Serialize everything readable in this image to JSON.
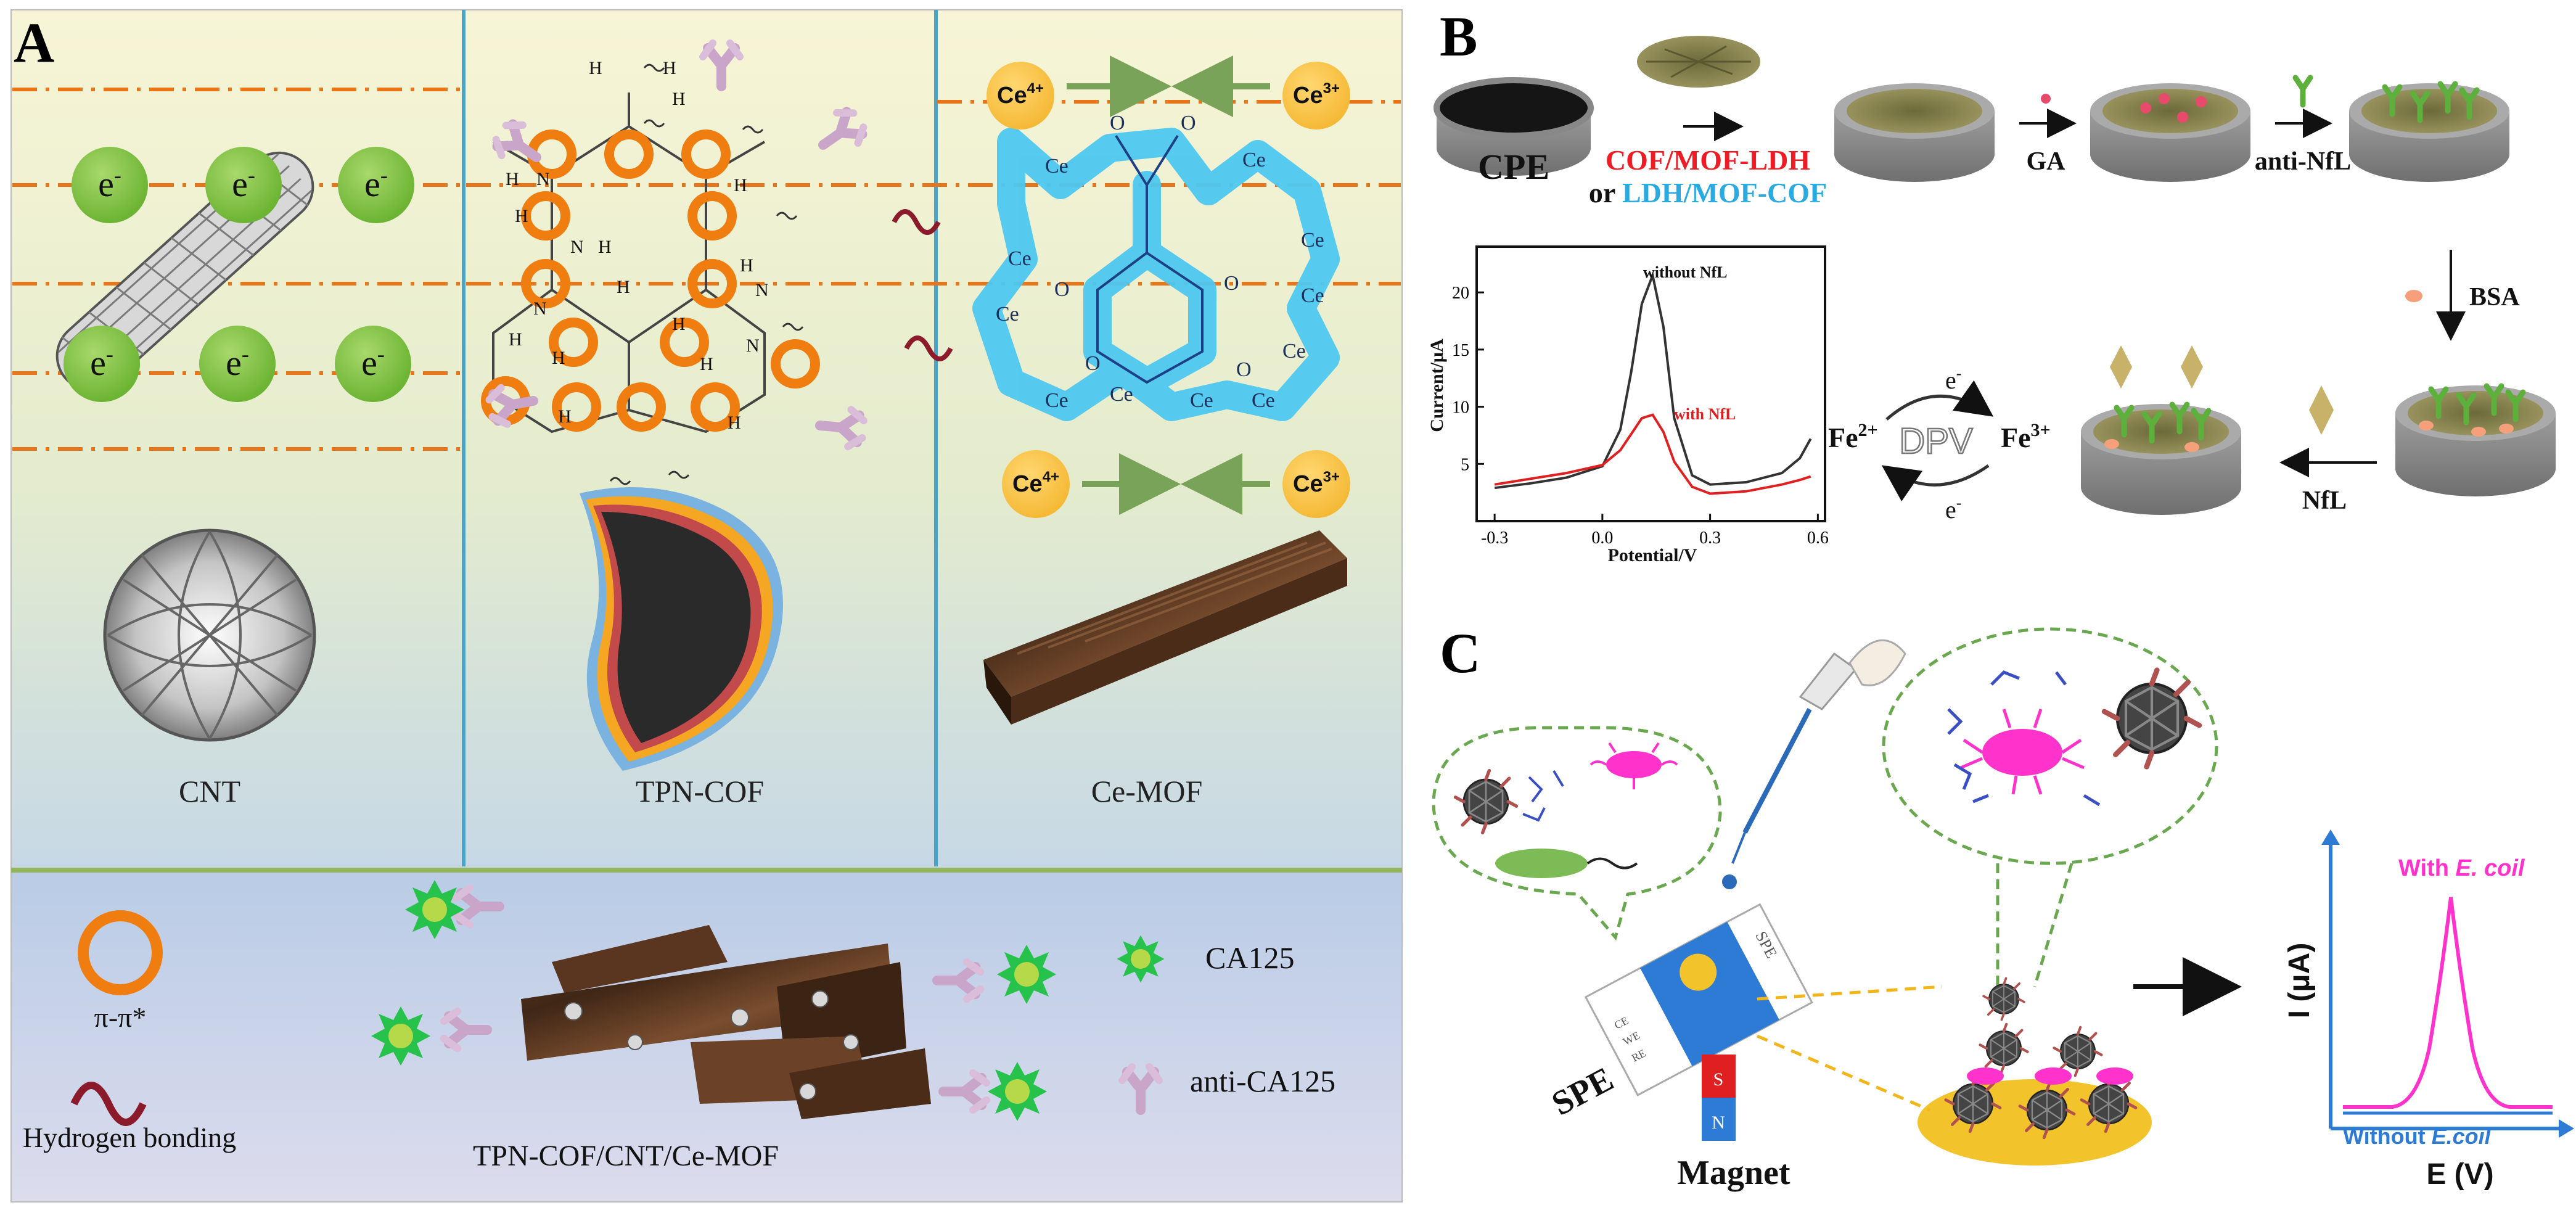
{
  "panel_a": {
    "letter": "A",
    "electron": "e",
    "electron_sup": "-",
    "label_cnt": "CNT",
    "label_tpn_cof": "TPN-COF",
    "label_ce_mof": "Ce-MOF",
    "h_atom": "H",
    "n_atom": "N",
    "o_atom": "O",
    "ce_atom": "Ce",
    "ce4": "Ce",
    "ce4_sup": "4+",
    "ce3": "Ce",
    "ce3_sup": "3+",
    "legend_pi": "π-π*",
    "legend_hbond": "Hydrogen bonding",
    "legend_ca125": "CA125",
    "legend_anti_ca125": "anti-CA125",
    "composite_label": "TPN-COF/CNT/Ce-MOF"
  },
  "panel_b": {
    "letter": "B",
    "cpe": "CPE",
    "mod1": "COF/MOF-LDH",
    "mod_or": "or ",
    "mod2": "LDH/MOF-COF",
    "ga": "GA",
    "anti_nfl": "anti-NfL",
    "bsa": "BSA",
    "nfl": "NfL",
    "fe2": "Fe",
    "fe2_sup": "2+",
    "fe3": "Fe",
    "fe3_sup": "3+",
    "dpv": "DPV",
    "electron": "e",
    "electron_sup": "-",
    "plot": {
      "ylabel": "Current/μA",
      "xlabel": "Potential/V",
      "yticks": [
        "5",
        "10",
        "15",
        "20"
      ],
      "xticks": [
        "-0.3",
        "0.0",
        "0.3",
        "0.6"
      ],
      "legend_without": "without NfL",
      "legend_with": "with NfL"
    }
  },
  "panel_c": {
    "letter": "C",
    "spe_label": "SPE",
    "spe_chip_label": "SPE",
    "electrode_labels": [
      "CE",
      "WE",
      "RE"
    ],
    "magnet_label": "Magnet",
    "magnet_poles": [
      "S",
      "N"
    ],
    "graph_with": "With ",
    "graph_with_italic": "E. coil",
    "graph_without": "Without ",
    "graph_without_italic": "E.coil",
    "graph_ylabel": "I (μA)",
    "graph_xlabel": "E (V)"
  },
  "colors": {
    "orange_line": "#e8751a",
    "electron_green": "#8cc63f",
    "cof_orange": "#f07d10",
    "ce_blue": "#4ec8f0",
    "antibody_pink": "#c9a6c9",
    "antigen_green": "#27c24c",
    "divider_blue": "#4ba3c7",
    "highlight_red": "#ee1c24",
    "highlight_cyan": "#29abe2",
    "magenta": "#ff33cc",
    "plot_blue": "#2e7bd6"
  },
  "chart_data": {
    "type": "line",
    "xlabel": "Potential/V",
    "ylabel": "Current/μA",
    "xlim": [
      -0.35,
      0.62
    ],
    "ylim": [
      0,
      24
    ],
    "series": [
      {
        "name": "without NfL",
        "color": "#333333",
        "x": [
          -0.3,
          -0.2,
          -0.1,
          0.0,
          0.05,
          0.08,
          0.11,
          0.14,
          0.17,
          0.2,
          0.25,
          0.3,
          0.4,
          0.5,
          0.55,
          0.58
        ],
        "y": [
          2.9,
          3.3,
          3.8,
          4.8,
          8,
          13,
          19,
          21.5,
          17,
          9,
          4,
          3.2,
          3.4,
          4.2,
          5.5,
          7.2
        ]
      },
      {
        "name": "with NfL",
        "color": "#e02020",
        "x": [
          -0.3,
          -0.2,
          -0.1,
          0.0,
          0.05,
          0.08,
          0.11,
          0.14,
          0.17,
          0.2,
          0.25,
          0.3,
          0.4,
          0.5,
          0.55,
          0.58
        ],
        "y": [
          3.2,
          3.7,
          4.2,
          4.9,
          6.2,
          7.6,
          9,
          9.3,
          7.8,
          5.2,
          3.0,
          2.4,
          2.6,
          3.2,
          3.6,
          3.9
        ]
      }
    ]
  }
}
